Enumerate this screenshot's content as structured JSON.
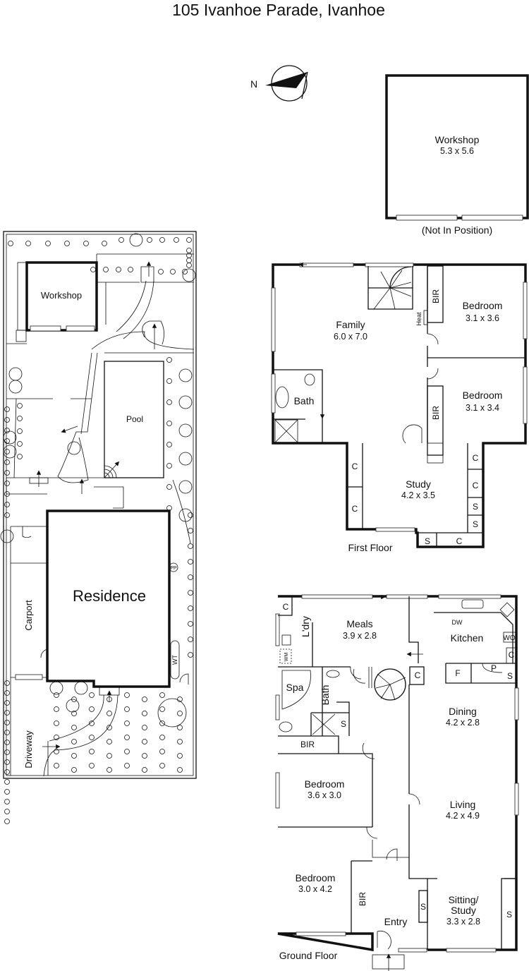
{
  "title": "105 Ivanhoe Parade, Ivanhoe",
  "compass": {
    "label": "N"
  },
  "detached_workshop": {
    "name": "Workshop",
    "size": "5.3 x 5.6",
    "note": "(Not In Position)"
  },
  "site_plan": {
    "workshop": "Workshop",
    "pool": "Pool",
    "residence": "Residence",
    "carport": "Carport",
    "driveway": "Driveway",
    "pp": "PP",
    "wt": "WT"
  },
  "first_floor": {
    "label": "First Floor",
    "family": {
      "name": "Family",
      "size": "6.0 x 7.0"
    },
    "bedroom1": {
      "name": "Bedroom",
      "size": "3.1 x 3.6"
    },
    "bedroom2": {
      "name": "Bedroom",
      "size": "3.1 x 3.4"
    },
    "bath": "Bath",
    "bir": "BIR",
    "heat": "Heat",
    "study": {
      "name": "Study",
      "size": "4.2 x 3.5"
    },
    "c": "C",
    "s": "S"
  },
  "ground_floor": {
    "label": "Ground Floor",
    "meals": {
      "name": "Meals",
      "size": "3.9 x 2.8"
    },
    "kitchen": "Kitchen",
    "dw": "DW",
    "wo": "WO",
    "laundry": "L'dry",
    "wm": "WM",
    "spa": "Spa",
    "bath": "Bath",
    "bir": "BIR",
    "dining": {
      "name": "Dining",
      "size": "4.2 x 2.8"
    },
    "living": {
      "name": "Living",
      "size": "4.2 x 4.9"
    },
    "bedroom1": {
      "name": "Bedroom",
      "size": "3.6 x 3.0"
    },
    "bedroom2": {
      "name": "Bedroom",
      "size": "3.0 x 4.2"
    },
    "entry": "Entry",
    "sitting": {
      "name1": "Sitting/",
      "name2": "Study",
      "size": "3.3 x 2.8"
    },
    "c": "C",
    "s": "S",
    "f": "F",
    "p": "P"
  }
}
